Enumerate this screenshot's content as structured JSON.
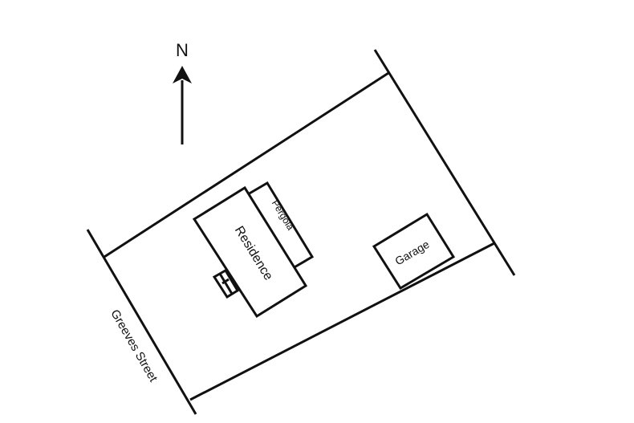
{
  "north_arrow": {
    "label": "N"
  },
  "street": {
    "name": "Greeves Street"
  },
  "buildings": {
    "residence": {
      "label": "Residence"
    },
    "pergola": {
      "label": "Pergola"
    },
    "garage": {
      "label": "Garage"
    }
  },
  "colors": {
    "line": "#111111",
    "background": "#ffffff"
  }
}
